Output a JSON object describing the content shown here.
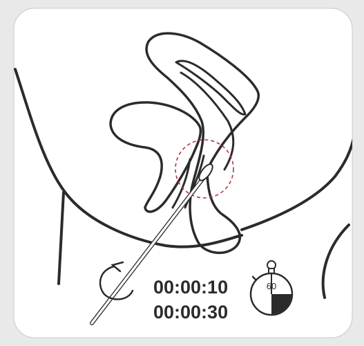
{
  "timers": {
    "line1": "00:00:10",
    "line2": "00:00:30"
  },
  "stopwatch": {
    "label": "60",
    "filled_fraction": 0.25
  },
  "icons": [
    "rotate-arrow-icon",
    "stopwatch-icon",
    "swab",
    "sampling-target-circle"
  ],
  "colors": {
    "background": "#e9e9e9",
    "panel": "#ffffff",
    "outline": "#2b2b2b",
    "target_circle": "#b8323f"
  }
}
